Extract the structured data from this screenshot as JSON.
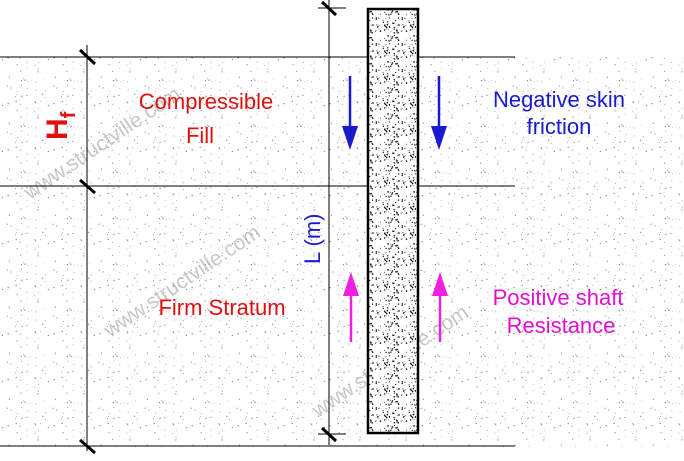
{
  "labels": {
    "compressible_line1": "Compressible",
    "compressible_line2": "Fill",
    "firm_stratum": "Firm Stratum",
    "negative_line1": "Negative skin",
    "negative_line2": "friction",
    "positive_line1": "Positive shaft",
    "positive_line2": "Resistance",
    "hf_main": "H",
    "hf_sub": "f",
    "pile_length": "L (m)"
  },
  "watermark": "www.structville.com",
  "colors": {
    "fill_label": "#e01010",
    "negative_label": "#1a1ad0",
    "down_arrow": "#1a1ad0",
    "positive_label": "#e010d0",
    "up_arrow": "#f020e0",
    "hf_label": "#e01010",
    "length_label": "#1a1ad0",
    "lines": "#000000",
    "soil_speckle": "#8a8a8a"
  }
}
